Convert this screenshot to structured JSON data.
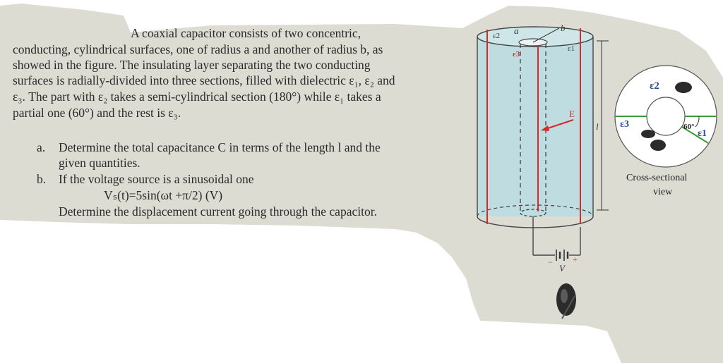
{
  "problem": {
    "line1": "A coaxial capacitor consists of two concentric,",
    "line2": "conducting, cylindrical surfaces, one of radius a and another of radius b, as",
    "line3": "showed in the figure. The insulating layer separating the two conducting",
    "line4": "surfaces is radially-divided into three sections, filled with dielectric ε₁, ε₂ and",
    "line5": "ε₃. The part with ε₂ takes a semi-cylindrical section (180°) while ε₁ takes a",
    "line6": "partial one (60°) and the rest is ε₃."
  },
  "questions": {
    "a_marker": "a.",
    "a_line1": "Determine the total capacitance C in terms of the length l and the",
    "a_line2": "given quantities.",
    "b_marker": "b.",
    "b_line1": "If the voltage source is a sinusoidal one",
    "b_formula": "Vₛ(t)=5sin(ωt +π/2) (V)",
    "b_line2": "Determine the displacement current going through the capacitor."
  },
  "figure": {
    "label_eps2": "ε2",
    "label_a": "a",
    "label_b": "b",
    "label_eps3": "ε3",
    "label_eps1": "ε1",
    "label_E": "E",
    "label_l": "l",
    "battery_minus": "−",
    "battery_plus": "+",
    "battery_V": "V"
  },
  "cross_section": {
    "eps2": "ε2",
    "eps3": "ε3",
    "eps1": "ε1",
    "angle": "60°",
    "caption_line1": "Cross-sectional",
    "caption_line2": "view"
  },
  "colors": {
    "paper": "#dcdcd3",
    "cylinder_fill": "#bfdce0",
    "red_line": "#d52a2a",
    "green_line": "#3a9a3a",
    "ink": "#2b2b2b"
  }
}
